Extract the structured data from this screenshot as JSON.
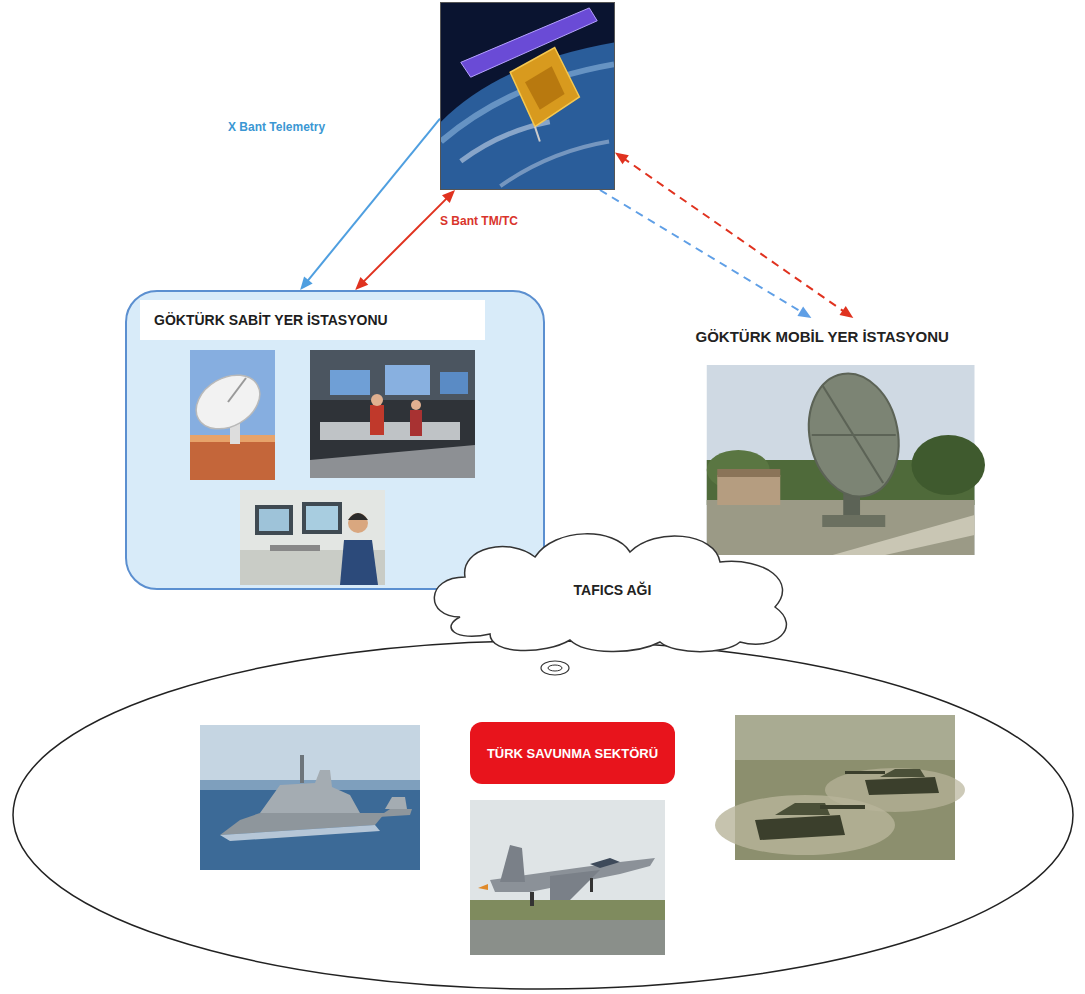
{
  "diagram": {
    "nodes": [
      {
        "text": []
      },
      {
        "text": [
          "GÖKTÜRK SABİT YER İSTASYONU"
        ]
      },
      {
        "text": [
          "GÖKTÜRK MOBİL YER İSTASYONU"
        ]
      },
      {
        "text": [
          "TAFICS AĞI"
        ]
      },
      {
        "text": [
          "TÜRK SAVUNMA SEKTÖRÜ"
        ]
      }
    ],
    "edges": [
      {
        "from": 0,
        "to": 1,
        "arrow": "to",
        "label": "X Bant Telemetry"
      },
      {
        "from": 0,
        "to": 1,
        "arrow": "both",
        "label": "S Bant TM/TC"
      },
      {
        "from": 0,
        "to": 2,
        "arrow": "both"
      },
      {
        "from": 0,
        "to": 2,
        "arrow": "to"
      }
    ]
  }
}
